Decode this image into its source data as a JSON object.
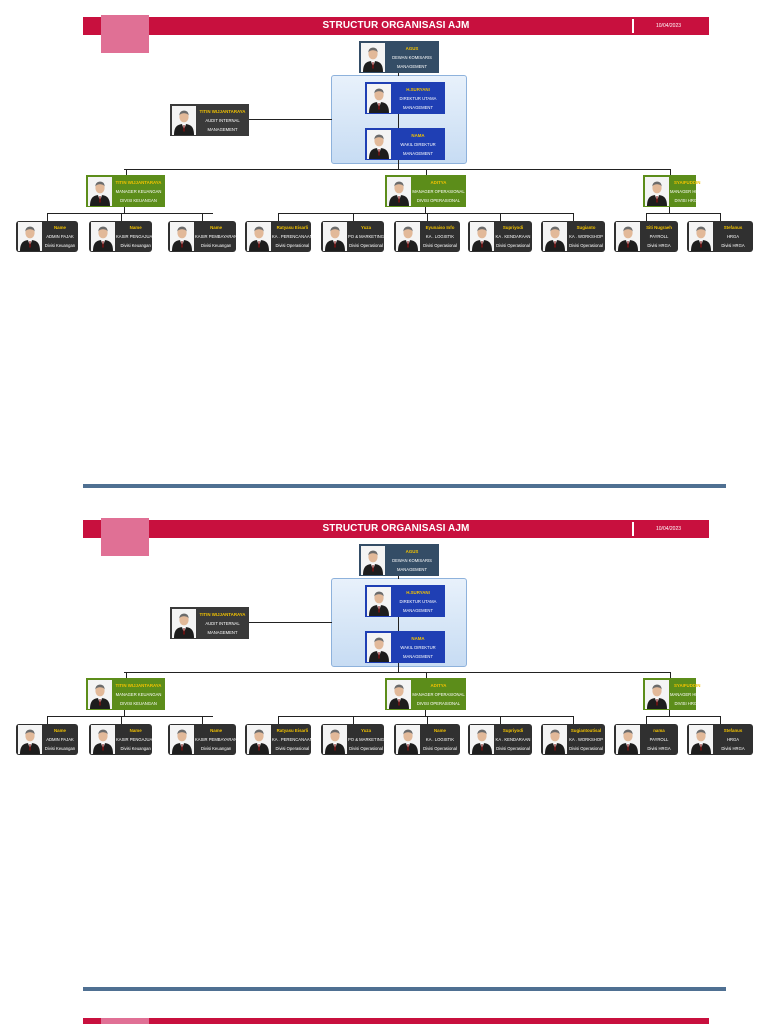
{
  "pages": [
    {
      "title": "STRUCTUR ORGANISASI AJM",
      "date": "10/04/2023",
      "top": {
        "name": "AGUS",
        "role": "DEWAN KOMISARIS",
        "div": "MANAGEMENT"
      },
      "director": {
        "name": "H.SURYANI",
        "role": "DIREKTUR UTAMA",
        "div": "MANAGEMENT"
      },
      "vice": {
        "name": "NAMA",
        "role": "WAKIL DIREKTUR",
        "div": "MANAGEMENT"
      },
      "audit": {
        "name": "TITIN WIJJANTARAYA",
        "role": "AUDIT  INTERNAL",
        "div": "MANAGEMENT"
      },
      "managers": [
        {
          "name": "TITIN WIJJANTARAYA",
          "role": "MANAGER KEUANGAN",
          "div": "DIVISI KEUANGAN"
        },
        {
          "name": "ADITYA",
          "role": "MANAGER OPERASIONAL",
          "div": "DIVISI OPERASIONAL"
        },
        {
          "name": "SYAIFUDDIN",
          "role": "MANAGER  HRGA",
          "div": "DIVISI HRGA"
        }
      ],
      "staff": [
        {
          "name": "Name",
          "role": "ADMIN PAJAK",
          "div": "Divisi Keuangan"
        },
        {
          "name": "Name",
          "role": "KASIR PENGAJUAN",
          "div": "Divisi Keuangan"
        },
        {
          "name": "Name",
          "role": "KASIR PEMBAYARAN",
          "div": "Divisi Keuangan"
        },
        {
          "name": "Ratyasu Eisarli",
          "role": "KA . PERENCANAAN",
          "div": "Divisi Operasional"
        },
        {
          "name": "Yuza",
          "role": "PO & MARKETING",
          "div": "Divisi Operasional"
        },
        {
          "name": "Eyunaiso Info",
          "role": "KA . LOGISTIK",
          "div": "Divisi Operasional"
        },
        {
          "name": "Supriyodi",
          "role": "KA . KENDARAAN",
          "div": "Divisi Operasional"
        },
        {
          "name": "Sugianto",
          "role": "KA . WORKSHOP",
          "div": "Divisi Operasional"
        },
        {
          "name": "Siti Nugraeh",
          "role": "PAYROLL",
          "div": "Divisi HRGA"
        },
        {
          "name": "Stefanus",
          "role": "HRGA",
          "div": "Divisi HRGA"
        }
      ]
    },
    {
      "title": "STRUCTUR ORGANISASI AJM",
      "date": "10/04/2023",
      "top": {
        "name": "AGUS",
        "role": "DEWAN KOMISARIS",
        "div": "MANAGEMENT"
      },
      "director": {
        "name": "H.SURYANI",
        "role": "DIREKTUR UTAMA",
        "div": "MANAGEMENT"
      },
      "vice": {
        "name": "NAMA",
        "role": "WAKIL DIREKTUR",
        "div": "MANAGEMENT"
      },
      "audit": {
        "name": "TITIN WIJJANTARAYA",
        "role": "AUDIT  INTERNAL",
        "div": "MANAGEMENT"
      },
      "managers": [
        {
          "name": "TITIN WIJJANTARAYA",
          "role": "MANAGER KEUANGAN",
          "div": "DIVISI KEUANGAN"
        },
        {
          "name": "ADITYA",
          "role": "MANAGER OPERASIONAL",
          "div": "DIVISI OPERASIONAL"
        },
        {
          "name": "SYAIFUDDIN",
          "role": "MANAGER  HRGA",
          "div": "DIVISI HRGA"
        }
      ],
      "staff": [
        {
          "name": "Name",
          "role": "ADMIN PAJAK",
          "div": "Divisi Keuangan"
        },
        {
          "name": "Name",
          "role": "KASIR PENGAJUAN",
          "div": "Divisi Keuangan"
        },
        {
          "name": "Name",
          "role": "KASIR PEMBAYARAN",
          "div": "Divisi Keuangan"
        },
        {
          "name": "Ratyasu Eisarli",
          "role": "KA . PERENCANAAN",
          "div": "Divisi Operasional"
        },
        {
          "name": "Yuza",
          "role": "PO & MARKETING",
          "div": "Divisi Operasional"
        },
        {
          "name": "Name",
          "role": "KA . LOGISTIK",
          "div": "Divisi Operasional"
        },
        {
          "name": "Supriyodi",
          "role": "KA . KENDARAAN",
          "div": "Divisi Operasional"
        },
        {
          "name": "Sugiantoutisal",
          "role": "KA . WORKSHOP",
          "div": "Divisi Operasional"
        },
        {
          "name": "nama",
          "role": "PAYROLL",
          "div": "Divisi HRGA"
        },
        {
          "name": "Stefanus",
          "role": "HRGA",
          "div": "Divisi HRGA"
        }
      ]
    }
  ]
}
